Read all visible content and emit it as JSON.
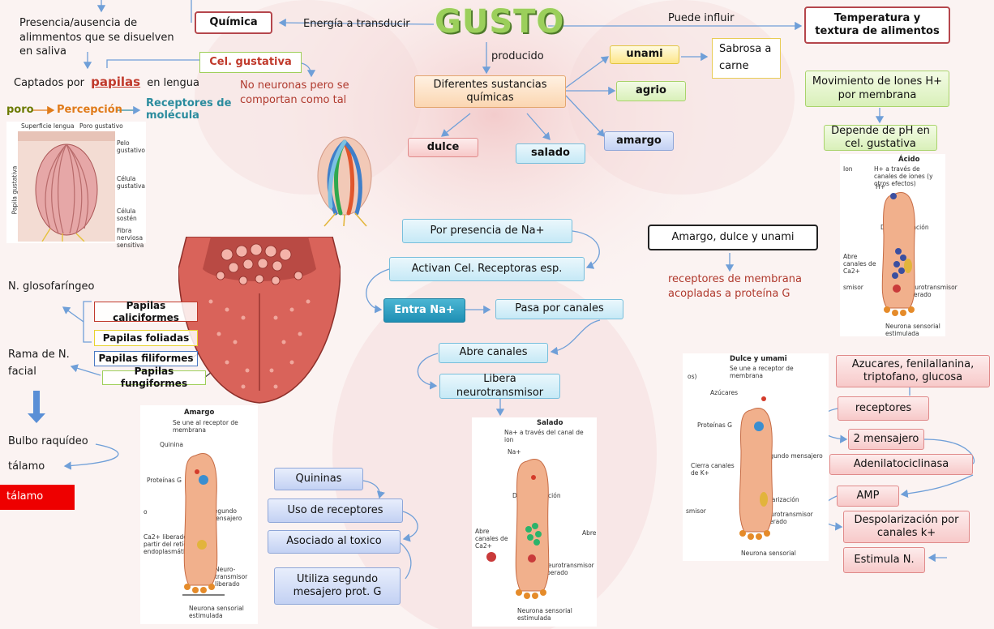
{
  "title": "GUSTO",
  "top": {
    "energia_label": "Energía a transducir",
    "quimica": "Química",
    "puede_influir": "Puede influir",
    "temperatura": "Temperatura y textura de alimentos",
    "producido": "producido",
    "sustancias": "Diferentes sustancias químicas",
    "dulce": "dulce",
    "salado": "salado",
    "amargo": "amargo",
    "agrio": "agrio",
    "unami": "unami",
    "sabrosa": "Sabrosa a carne"
  },
  "left": {
    "presencia": "Presencia/ausencia de alimmentos que se disuelven en saliva",
    "captados_prefix": "Captados por",
    "papilas": "papilas",
    "captados_suffix": "en lengua",
    "cel_gustativa": "Cel. gustativa",
    "no_neuronas": "No  neuronas pero se comportan como tal",
    "poro": "poro",
    "percepcion": "Percepción",
    "receptores_molecula": "Receptores de molécula",
    "n_glosofaringeo": "N. glosofaríngeo",
    "rama_facial": "Rama de N. facial",
    "bulbo": "Bulbo raquídeo",
    "talamo": "tálamo",
    "talamo_box": "tálamo"
  },
  "papilas": {
    "caliciformes": "Papilas caliciformes",
    "foliadas": "Papilas foliadas",
    "filiformes": "Papilas filiformes",
    "fungiformes": "Papilas fungiformes"
  },
  "sodio": {
    "presencia_na": "Por  presencia de Na+",
    "activan": "Activan Cel. Receptoras esp.",
    "entra_na": "Entra Na+",
    "pasa_canales": "Pasa por canales",
    "abre_canales": "Abre canales",
    "libera": "Libera neurotransmisor"
  },
  "amargo_flow": {
    "quininas": "Quininas",
    "uso": "Uso de receptores",
    "asociado": "Asociado al toxico",
    "utiliza": "Utiliza segundo mesajero prot. G"
  },
  "right": {
    "amargo_dulce_unami": "Amargo, dulce y unami",
    "receptores_membrana": "receptores de membrana acopladas a proteína G",
    "movimiento": "Movimiento de Iones H+ por membrana",
    "depende": "Depende de pH en cel. gustativa",
    "azucares": "Azucares, fenilallanina, triptofano, glucosa",
    "receptores": "receptores",
    "mensajero": "2 mensajero",
    "adenilato": "Adenilatociclinasa",
    "amp": "AMP",
    "despolarizacion": "Despolarización por canales k+",
    "estimula": "Estimula N."
  },
  "panels": {
    "cell": {
      "superficie": "Superficie lengua",
      "poro_gustativo": "Poro gustativo",
      "pelo": "Pelo gustativo",
      "celula_gustativa": "Célula gustativa",
      "celula_sosten": "Célula sostén",
      "fibra": "Fibra nerviosa sensitiva",
      "papila": "Papila gustativa"
    },
    "acido": {
      "title": "Ácido",
      "sub": "H+ a través de canales de iones (y otros efectos)",
      "ion": "Ion",
      "h": "H+",
      "despol": "Despolarización",
      "abre": "Abre canales de Ca2+",
      "neuro": "Neurotransmisor liberado",
      "neurona": "Neurona sensorial estimulada",
      "smisor": "smisor"
    },
    "amargo": {
      "title": "Amargo",
      "sub": "Se une al receptor de membrana",
      "quinina": "Quinina",
      "proteinas": "Proteínas G",
      "segundo": "Segundo mensajero",
      "ca": "Ca2+ liberado a partir del retículo endoplasmático",
      "neuro": "Neuro-transmisor liberado",
      "neurona": "Neurona sensorial estimulada"
    },
    "salado": {
      "title": "Salado",
      "sub": "Na+ a través del canal de ion",
      "na": "Na+",
      "despol": "Despolarización",
      "abre": "Abre canales de Ca2+",
      "neuro": "Neurotransmisor liberado",
      "neurona": "Neurona sensorial estimulada"
    },
    "dulce": {
      "title": "Dulce y umami",
      "sub": "Se une a receptor de membrana",
      "azucares": "Azúcares",
      "proteinas": "Proteínas G",
      "segundo": "Segundo mensajero",
      "cierra": "Cierra canales de K+",
      "despol": "Despolarización",
      "neuro": "Neurotransmisor liberado",
      "neurona": "Neurona sensorial",
      "os": "os)",
      "smisor": "smisor"
    }
  },
  "colors": {
    "title_green": "#9bcf5b",
    "papilas_red": "#c0392b",
    "poro_olive": "#6b7a00",
    "percepcion_orange": "#e07b1a",
    "receptores_teal": "#2b8c9e",
    "no_neuronas_red": "#b03a2e",
    "receptores_membrana_red": "#b03a2e",
    "arrow_blue": "#6f9fd8"
  }
}
